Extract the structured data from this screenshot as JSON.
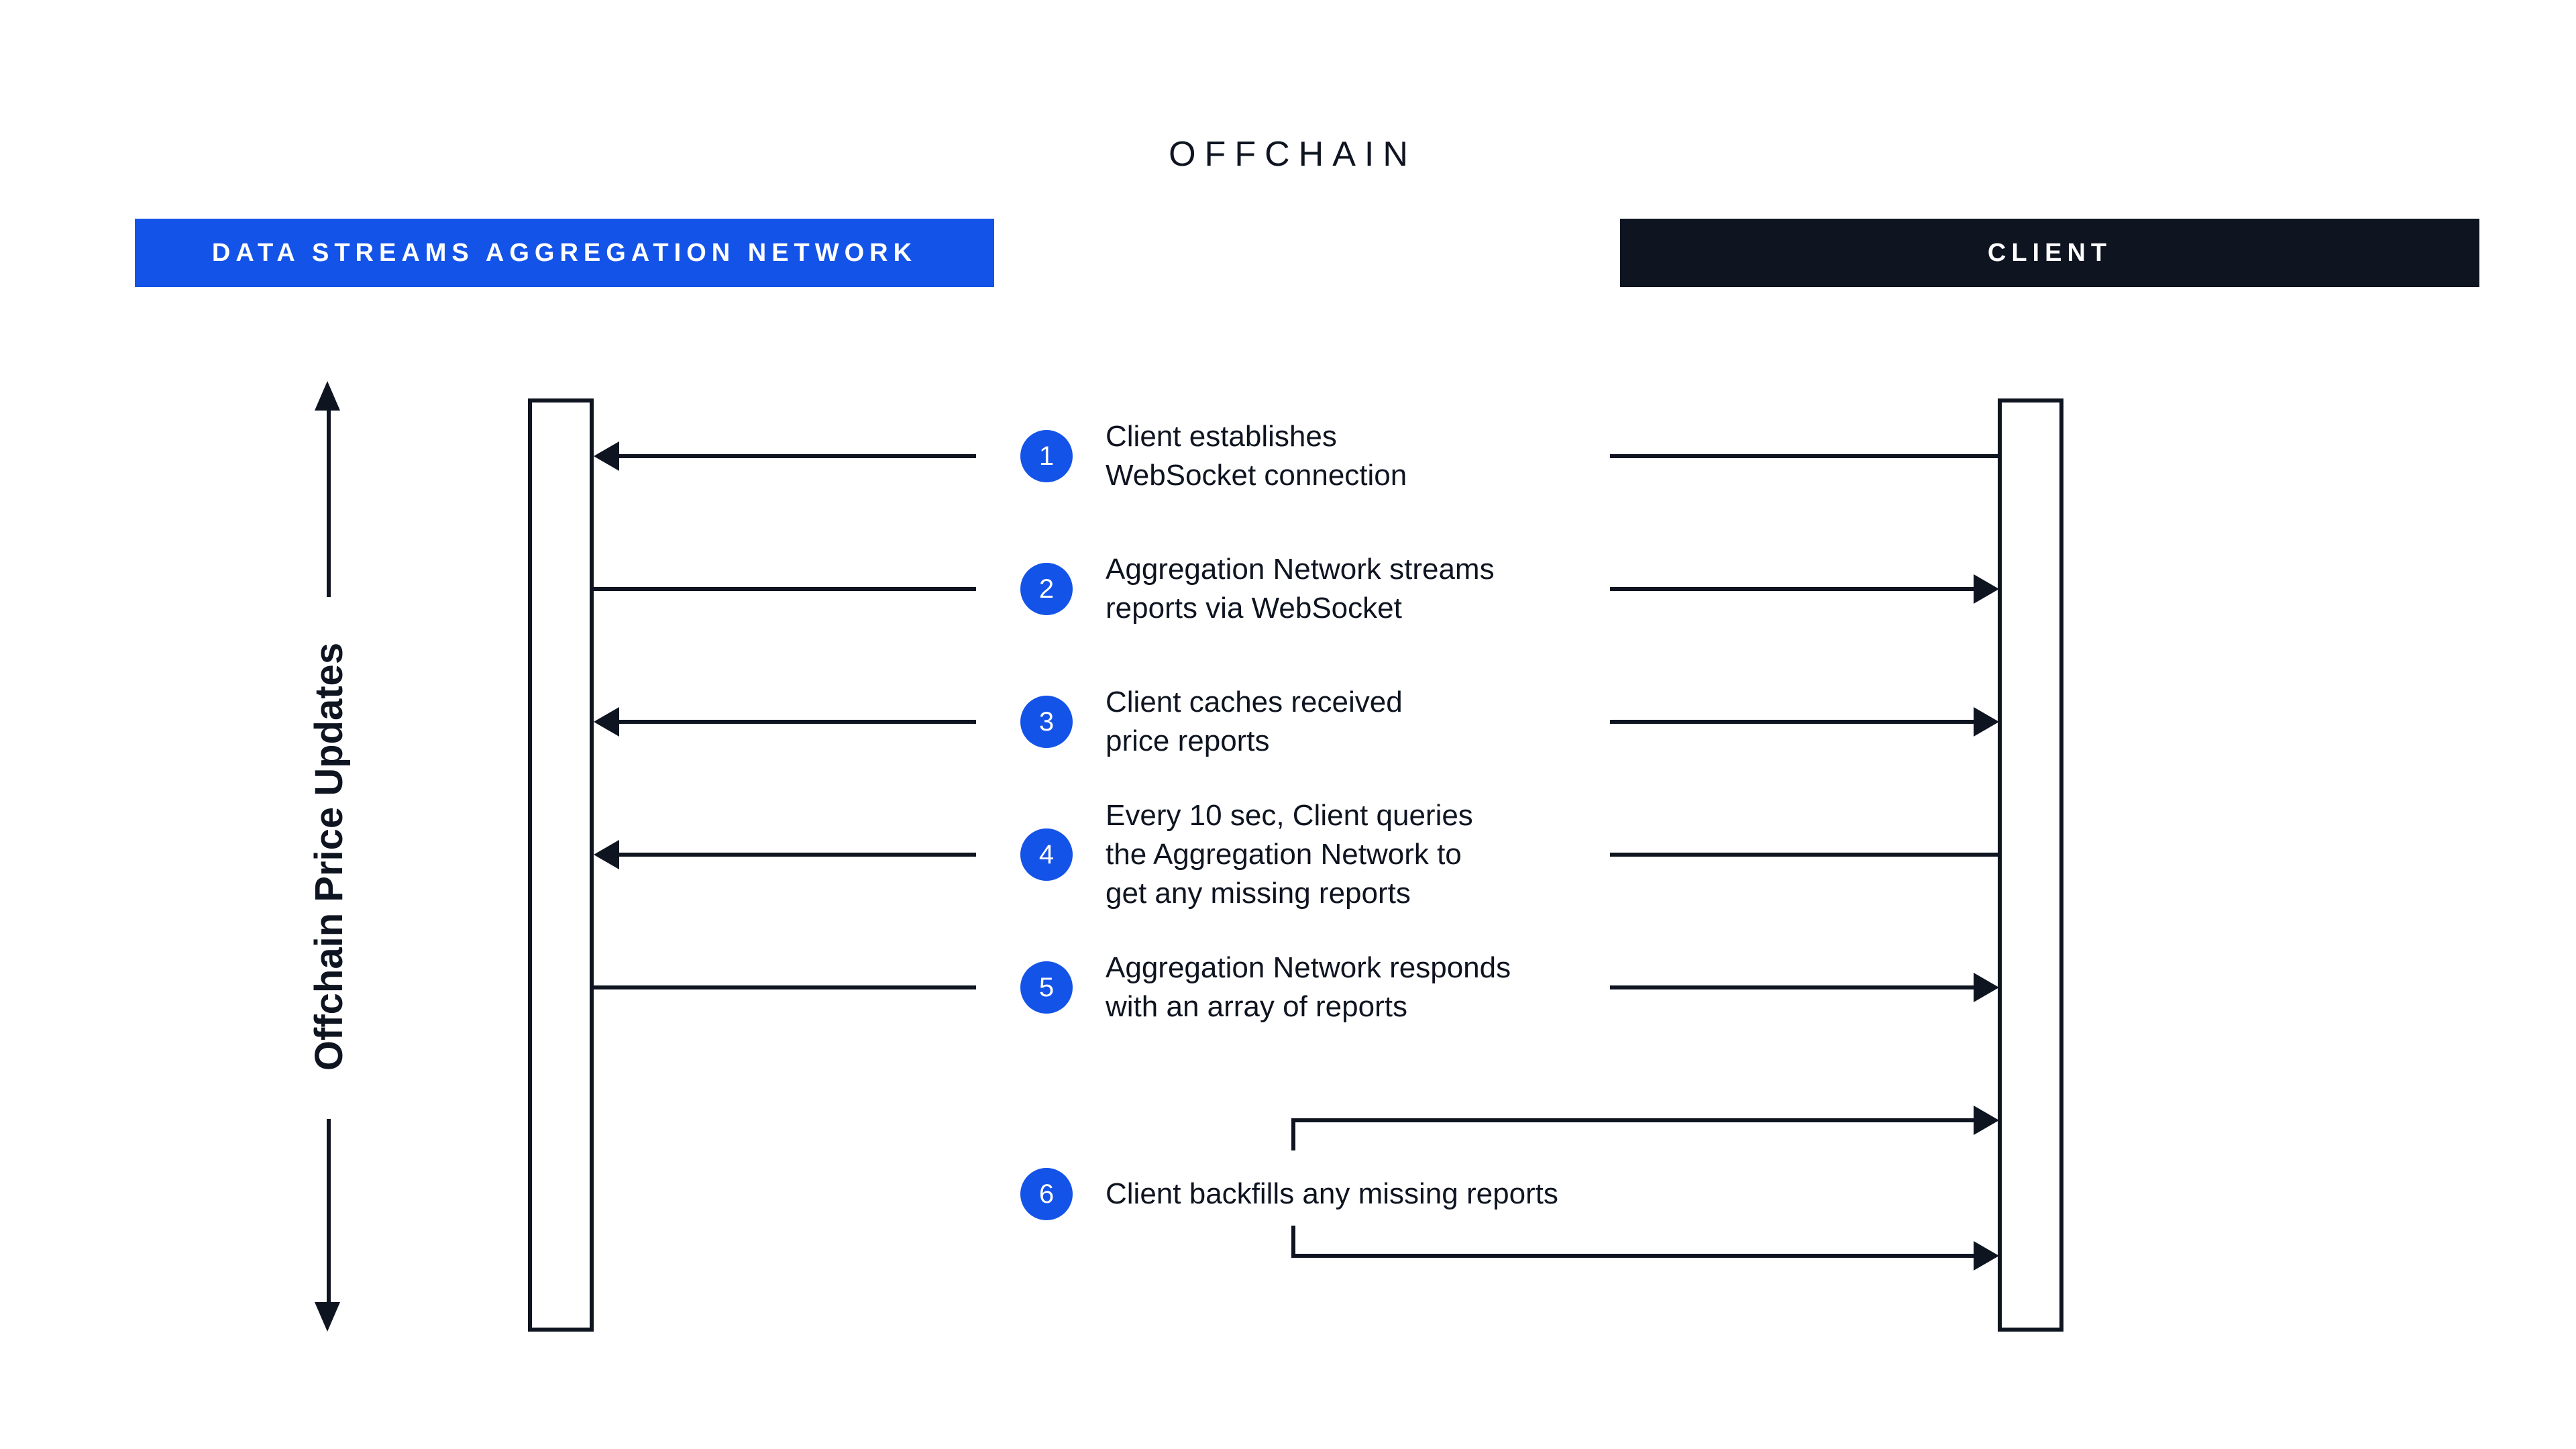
{
  "title": "OFFCHAIN",
  "colors": {
    "accent_blue": "#1453e8",
    "dark": "#0e1420",
    "background": "#ffffff"
  },
  "actors": {
    "left": {
      "label": "DATA STREAMS AGGREGATION NETWORK",
      "color": "#1453e8"
    },
    "right": {
      "label": "CLIENT",
      "color": "#0e1420"
    }
  },
  "axis_label": "Offchain Price Updates",
  "steps": [
    {
      "num": "1",
      "text": "Client establishes\nWebSocket connection",
      "left_arrowhead": true,
      "right_arrowhead": false
    },
    {
      "num": "2",
      "text": "Aggregation Network streams\nreports via WebSocket",
      "left_arrowhead": false,
      "right_arrowhead": true
    },
    {
      "num": "3",
      "text": "Client caches received\nprice reports",
      "left_arrowhead": true,
      "right_arrowhead": true
    },
    {
      "num": "4",
      "text": "Every 10 sec, Client queries\nthe Aggregation Network to\nget any missing reports",
      "left_arrowhead": true,
      "right_arrowhead": false
    },
    {
      "num": "5",
      "text": "Aggregation Network responds\nwith an array of reports",
      "left_arrowhead": false,
      "right_arrowhead": true
    },
    {
      "num": "6",
      "text": "Client backfills any missing reports",
      "left_arrowhead": false,
      "right_arrowhead": true,
      "bracket": true
    }
  ]
}
